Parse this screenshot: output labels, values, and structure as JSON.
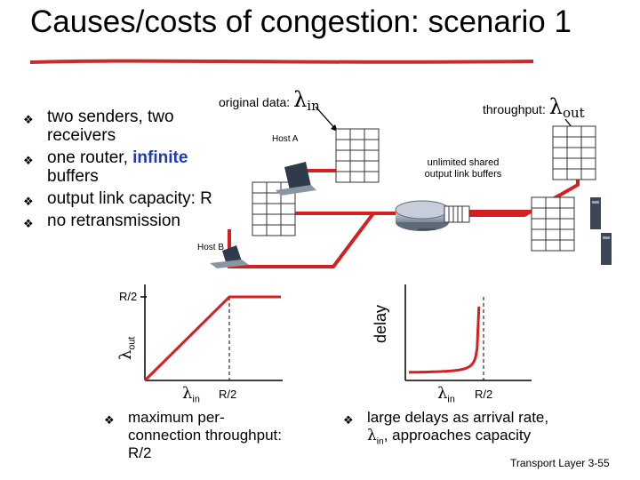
{
  "title": "Causes/costs of congestion: scenario 1",
  "bullets": [
    {
      "text_a": "two senders, two",
      "text_b": "receivers"
    },
    {
      "text_a": "one router, ",
      "emph": "infinite",
      "text_b": "buffers"
    },
    {
      "text_a": "output link capacity: R"
    },
    {
      "text_a": "no retransmission"
    }
  ],
  "diagram": {
    "original_data_label": "original data:",
    "lambda": "λ",
    "in_sub": "in",
    "out_sub": "out",
    "throughput_label": "throughput:",
    "host_a": "Host A",
    "host_b": "Host B",
    "buffers_line1": "unlimited shared",
    "buffers_line2": "output link buffers"
  },
  "chart_data": [
    {
      "type": "line",
      "ylabel_sub": "out",
      "ylabel": "λout",
      "xlabel": "λin",
      "xtick_labels": [
        "R/2"
      ],
      "ytick_labels": [
        "R/2"
      ],
      "series": [
        {
          "x": [
            "0",
            "R/2",
            "beyond"
          ],
          "y": [
            "0",
            "R/2",
            "R/2"
          ]
        }
      ]
    },
    {
      "type": "line",
      "ylabel": "delay",
      "xlabel": "λin",
      "xtick_labels": [
        "R/2"
      ],
      "series": [
        {
          "shape": "delay grows without bound as λin approaches R/2"
        }
      ]
    }
  ],
  "captions": {
    "left": {
      "line1": "maximum per-",
      "line2": "connection throughput:",
      "line3": "R/2"
    },
    "right": {
      "line1": "large delays as arrival rate,",
      "line2_suffix": ", approaches capacity"
    }
  },
  "footer": {
    "text": "Transport Layer",
    "page": "3-55"
  },
  "colors": {
    "red": "#d42020",
    "blue": "#1f3ba8",
    "underline": "#c62c2c"
  }
}
